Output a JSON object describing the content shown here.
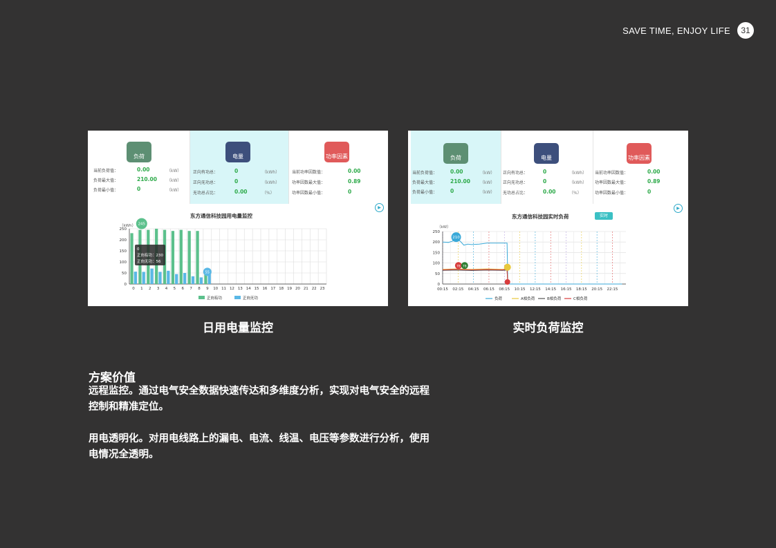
{
  "header": {
    "tagline": "SAVE TIME, ENJOY LIFE",
    "page_number": "31"
  },
  "left": {
    "panels": [
      {
        "icon_label": "负荷",
        "rows": [
          {
            "label": "当前负荷值：",
            "value": "0.00",
            "unit": "（kW）"
          },
          {
            "label": "负荷最大值：",
            "value": "210.00",
            "unit": "（kW）"
          },
          {
            "label": "负荷最小值：",
            "value": "0",
            "unit": "（kW）"
          }
        ]
      },
      {
        "icon_label": "电量",
        "rows": [
          {
            "label": "正向有功总：",
            "value": "0",
            "unit": "（kWh）"
          },
          {
            "label": "正向无功总：",
            "value": "0",
            "unit": "（kWh）"
          },
          {
            "label": "无功总占比：",
            "value": "0.00",
            "unit": "（%）"
          }
        ]
      },
      {
        "icon_label": "功率因素",
        "rows": [
          {
            "label": "当前功率因数值：",
            "value": "0.00",
            "unit": ""
          },
          {
            "label": "功率因数最大值：",
            "value": "0.89",
            "unit": ""
          },
          {
            "label": "功率因数最小值：",
            "value": "0",
            "unit": ""
          }
        ]
      }
    ],
    "chart_title": "东方通信科技园用电量监控",
    "play_symbol": "▶",
    "tooltip": {
      "title": "0",
      "line1": "正向有功：230",
      "line2": "正向无功：56"
    },
    "pins": {
      "p1": "245",
      "p2": "55"
    },
    "caption": "日用电量监控"
  },
  "right": {
    "panels": [
      {
        "icon_label": "负荷",
        "rows": [
          {
            "label": "当前负荷值：",
            "value": "0.00",
            "unit": "（kW）"
          },
          {
            "label": "负荷最大值：",
            "value": "210.00",
            "unit": "（kW）"
          },
          {
            "label": "负荷最小值：",
            "value": "0",
            "unit": "（kW）"
          }
        ]
      },
      {
        "icon_label": "电量",
        "rows": [
          {
            "label": "正向有功总：",
            "value": "0",
            "unit": "（kWh）"
          },
          {
            "label": "正向无功总：",
            "value": "0",
            "unit": "（kWh）"
          },
          {
            "label": "无功总占比：",
            "value": "0.00",
            "unit": "（%）"
          }
        ]
      },
      {
        "icon_label": "功率因素",
        "rows": [
          {
            "label": "当前功率因数值：",
            "value": "0.00",
            "unit": ""
          },
          {
            "label": "功率因数最大值：",
            "value": "0.89",
            "unit": ""
          },
          {
            "label": "功率因数最小值：",
            "value": "0",
            "unit": ""
          }
        ]
      }
    ],
    "chart_title": "东方通信科技园实时负荷",
    "realtime_button": "实时",
    "play_symbol": "▶",
    "pins": {
      "p1": "210",
      "p2": "78",
      "p3": "78"
    },
    "caption": "实时负荷监控"
  },
  "chart_data": [
    {
      "type": "bar",
      "title": "东方通信科技园用电量监控",
      "ylabel": "（kWh）",
      "ylim": [
        0,
        250
      ],
      "yticks": [
        0,
        50,
        100,
        150,
        200,
        250
      ],
      "categories": [
        "0",
        "1",
        "2",
        "3",
        "4",
        "5",
        "6",
        "7",
        "8",
        "9",
        "10",
        "11",
        "12",
        "13",
        "14",
        "15",
        "16",
        "17",
        "18",
        "19",
        "20",
        "21",
        "22",
        "23"
      ],
      "series": [
        {
          "name": "正向有功",
          "color": "#5cc08c",
          "values": [
            230,
            245,
            245,
            250,
            245,
            240,
            245,
            240,
            240,
            60,
            0,
            0,
            0,
            0,
            0,
            0,
            0,
            0,
            0,
            0,
            0,
            0,
            0,
            0
          ]
        },
        {
          "name": "正向无功",
          "color": "#5ab8e6",
          "values": [
            56,
            55,
            70,
            55,
            60,
            45,
            50,
            35,
            30,
            55,
            0,
            0,
            0,
            0,
            0,
            0,
            0,
            0,
            0,
            0,
            0,
            0,
            0,
            0
          ]
        }
      ]
    },
    {
      "type": "line",
      "title": "东方通信科技园实时负荷",
      "ylabel": "（kW）",
      "ylim": [
        0,
        250
      ],
      "yticks": [
        0,
        50,
        100,
        150,
        200,
        250
      ],
      "xticks": [
        "00:15",
        "02:15",
        "04:15",
        "06:15",
        "08:15",
        "10:15",
        "12:15",
        "14:15",
        "16:15",
        "18:15",
        "20:15",
        "22:15"
      ],
      "series": [
        {
          "name": "负荷",
          "color": "#3aa9d8",
          "x": [
            0.25,
            1,
            2,
            2.5,
            3,
            3.5,
            4,
            5,
            6,
            7,
            8,
            8.6,
            8.7,
            10,
            12,
            14,
            16,
            18,
            20,
            22,
            23.5
          ],
          "y": [
            200,
            198,
            210,
            205,
            185,
            190,
            188,
            190,
            195,
            195,
            195,
            195,
            0,
            0,
            0,
            0,
            0,
            0,
            0,
            0,
            0
          ]
        },
        {
          "name": "A相负荷",
          "color": "#e8c83c",
          "x": [
            0.25,
            2,
            4,
            6,
            8,
            8.6,
            8.7
          ],
          "y": [
            70,
            72,
            70,
            72,
            70,
            72,
            0
          ]
        },
        {
          "name": "B相负荷",
          "color": "#555555",
          "x": [
            0.25,
            2,
            4,
            6,
            8,
            8.6,
            8.7
          ],
          "y": [
            65,
            66,
            64,
            66,
            65,
            66,
            0
          ]
        },
        {
          "name": "C相负荷",
          "color": "#d83c3c",
          "x": [
            0.25,
            2,
            4,
            6,
            8,
            8.6,
            8.7
          ],
          "y": [
            68,
            70,
            68,
            69,
            68,
            70,
            0
          ]
        }
      ]
    }
  ],
  "section": {
    "title": "方案价值",
    "paragraph1": "远程监控。通过电气安全数据快速传达和多维度分析，实现对电气安全的远程控制和精准定位。",
    "paragraph2": "用电透明化。对用电线路上的漏电、电流、线温、电压等参数进行分析，使用电情况全透明。"
  }
}
